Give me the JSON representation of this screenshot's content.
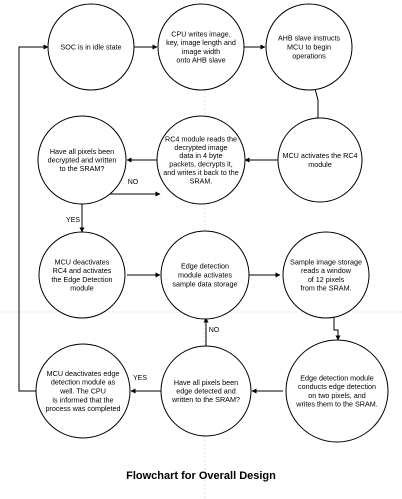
{
  "caption": "Flowchart for Overall Design",
  "nodes": [
    {
      "id": "n1",
      "lines": [
        "SOC is in idle state"
      ]
    },
    {
      "id": "n2",
      "lines": [
        "CPU writes image,",
        "key, image length and",
        "image width",
        "onto AHB slave"
      ]
    },
    {
      "id": "n3",
      "lines": [
        "AHB slave instructs",
        "MCU to begin",
        "operations"
      ]
    },
    {
      "id": "n4",
      "lines": [
        "MCU activates the RC4",
        "module"
      ]
    },
    {
      "id": "n5",
      "lines": [
        "RC4 module reads the",
        "decrypted image",
        "data in 4 byte",
        "packets, decrypts it,",
        "and writes it back to the",
        "SRAM."
      ]
    },
    {
      "id": "n6",
      "lines": [
        "Have all pixels been",
        "decrypted and written",
        "to the SRAM?"
      ]
    },
    {
      "id": "n7",
      "lines": [
        "MCU deactivates",
        "RC4 and activates",
        "the Edge Detection",
        "module"
      ]
    },
    {
      "id": "n8",
      "lines": [
        "Edge detection",
        "module activates",
        "sample data storage"
      ]
    },
    {
      "id": "n9",
      "lines": [
        "Sample image storage",
        "reads a window",
        "of 12 pixels",
        "from the SRAM."
      ]
    },
    {
      "id": "n10",
      "lines": [
        "Edge detection module",
        "conducts edge detection",
        "on two pixels, and",
        "writes them to the SRAM."
      ]
    },
    {
      "id": "n11",
      "lines": [
        "Have all pixels been",
        "edge detected and",
        "written to the SRAM?"
      ]
    },
    {
      "id": "n12",
      "lines": [
        "MCU deactivates edge",
        "detection module as",
        "well. The CPU",
        "is informed that the",
        "process was completed"
      ]
    }
  ],
  "edge_labels": {
    "no1": "NO",
    "yes1": "YES",
    "no2": "NO",
    "yes2": "YES"
  }
}
